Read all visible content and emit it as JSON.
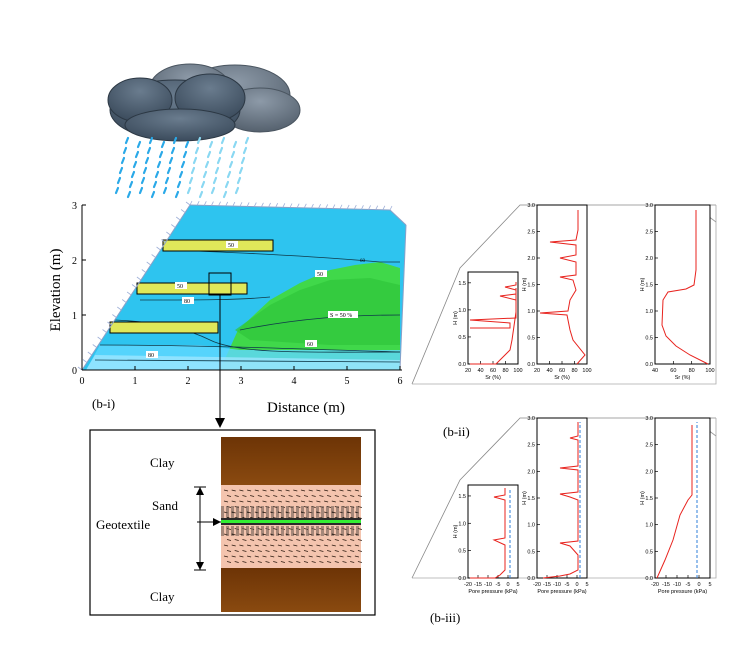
{
  "panels": {
    "b_i": "(b-i)",
    "b_ii": "(b-ii)",
    "b_iii": "(b-iii)"
  },
  "contour_plot": {
    "y_axis_label": "Elevation (m)",
    "x_axis_label": "Distance (m)",
    "x_ticks": [
      "0",
      "1",
      "2",
      "3",
      "4",
      "5",
      "6"
    ],
    "y_ticks": [
      "0",
      "1",
      "2",
      "3"
    ],
    "contour_labels": [
      "50",
      "50",
      "50",
      "80",
      "S = 50 %",
      "60",
      "80",
      "60"
    ]
  },
  "detail": {
    "clay_top": "Clay",
    "sand": "Sand",
    "geotextile": "Geotextile",
    "clay_bottom": "Clay"
  },
  "profiles": {
    "h_label": "H (m)",
    "sr_label": "Sr (%)",
    "pore_label": "Pore pressure (kPa)",
    "short_ticks_y": [
      "0.0",
      "0.5",
      "1.0",
      "1.5"
    ],
    "tall_ticks_y": [
      "0.0",
      "0.5",
      "1.0",
      "1.5",
      "2.0",
      "2.5",
      "3.0"
    ],
    "sr_ticks_a": [
      "20",
      "40",
      "60",
      "80",
      "100"
    ],
    "sr_ticks_b": [
      "20",
      "40",
      "60",
      "80",
      "100"
    ],
    "sr_ticks_c": [
      "40",
      "60",
      "80",
      "100"
    ],
    "pp_ticks": [
      "-20",
      "-15",
      "-10",
      "-5",
      "0",
      "5"
    ]
  },
  "colors": {
    "sky": "#33c8f0",
    "wet": "#7fe3ff",
    "green": "#3fe04a",
    "clay": "#7a3c08",
    "sand": "#f4c4ae",
    "red_line": "#e8231e",
    "blue_dash": "#2f7fd8"
  }
}
